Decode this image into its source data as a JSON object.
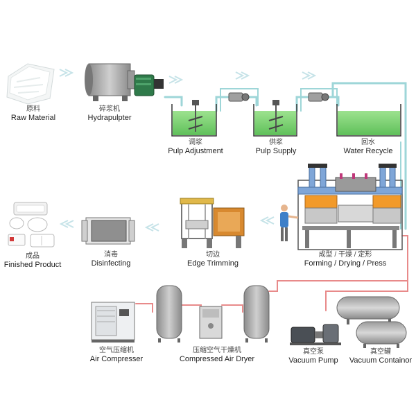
{
  "stages": {
    "raw_material": {
      "zh": "原料",
      "en": "Raw Material"
    },
    "hydrapulpter": {
      "zh": "碎浆机",
      "en": "Hydrapulpter"
    },
    "pulp_adjustment": {
      "zh": "调浆",
      "en": "Pulp Adjustment"
    },
    "pulp_supply": {
      "zh": "供浆",
      "en": "Pulp Supply"
    },
    "water_recycle": {
      "zh": "回水",
      "en": "Water Recycle"
    },
    "forming": {
      "zh": "成型 / 干燥 / 定形",
      "en": "Forming / Drying / Press"
    },
    "edge_trimming": {
      "zh": "切边",
      "en": "Edge Trimming"
    },
    "disinfecting": {
      "zh": "消毒",
      "en": "Disinfecting"
    },
    "finished_product": {
      "zh": "成品",
      "en": "Finished Product"
    },
    "air_compressor": {
      "zh": "空气压缩机",
      "en": "Air Compresser"
    },
    "air_dryer": {
      "zh": "压缩空气干燥机",
      "en": "Compressed Air Dryer"
    },
    "vacuum_pump": {
      "zh": "真空泵",
      "en": "Vacuum Pump"
    },
    "vacuum_container": {
      "zh": "真空罐",
      "en": "Vacuum Containor"
    }
  },
  "colors": {
    "pipe": "#9ed6d8",
    "pipe_red": "#e88a8a",
    "arrow": "#cde6ea",
    "pulp": "#7fd37a",
    "tank": "#a8a8a8",
    "press_orange": "#f29a2a",
    "press_blue": "#7fa6d8",
    "pump_green": "#2f7a4a"
  }
}
